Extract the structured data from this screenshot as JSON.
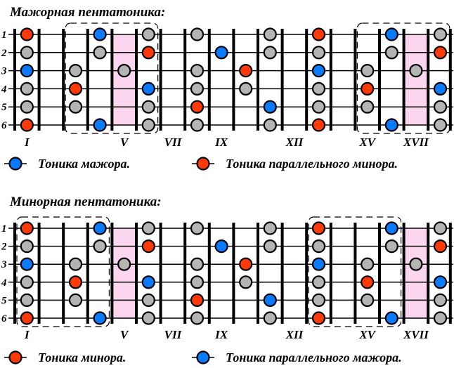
{
  "colors": {
    "major_tonic": "#0a7bff",
    "minor_tonic": "#ff3a08",
    "scale_note": "#b4b4b4",
    "highlight_band": "#fcd6ee",
    "outline": "#000000"
  },
  "string_labels": [
    "1",
    "2",
    "3",
    "4",
    "5",
    "6"
  ],
  "fret_markers": [
    {
      "label": "I",
      "col": 0
    },
    {
      "label": "V",
      "col": 4
    },
    {
      "label": "VII",
      "col": 6
    },
    {
      "label": "IX",
      "col": 8
    },
    {
      "label": "XII",
      "col": 11
    },
    {
      "label": "XV",
      "col": 14
    },
    {
      "label": "XVII",
      "col": 16
    }
  ],
  "diagrams": [
    {
      "title": "Мажорная пентатоника:",
      "highlight_cols": [
        4,
        16
      ],
      "boxes": [
        [
          2,
          5
        ],
        [
          14,
          17
        ]
      ],
      "notes": [
        {
          "col": 0,
          "string": 1,
          "type": "minor_tonic"
        },
        {
          "col": 0,
          "string": 2,
          "type": "scale_note"
        },
        {
          "col": 0,
          "string": 3,
          "type": "major_tonic"
        },
        {
          "col": 0,
          "string": 4,
          "type": "scale_note"
        },
        {
          "col": 0,
          "string": 5,
          "type": "scale_note"
        },
        {
          "col": 0,
          "string": 6,
          "type": "minor_tonic"
        },
        {
          "col": 2,
          "string": 3,
          "type": "scale_note"
        },
        {
          "col": 2,
          "string": 4,
          "type": "minor_tonic"
        },
        {
          "col": 2,
          "string": 5,
          "type": "scale_note"
        },
        {
          "col": 3,
          "string": 1,
          "type": "major_tonic"
        },
        {
          "col": 3,
          "string": 2,
          "type": "scale_note"
        },
        {
          "col": 3,
          "string": 6,
          "type": "major_tonic"
        },
        {
          "col": 4,
          "string": 3,
          "type": "scale_note"
        },
        {
          "col": 5,
          "string": 1,
          "type": "scale_note"
        },
        {
          "col": 5,
          "string": 2,
          "type": "minor_tonic"
        },
        {
          "col": 5,
          "string": 4,
          "type": "major_tonic"
        },
        {
          "col": 5,
          "string": 5,
          "type": "scale_note"
        },
        {
          "col": 5,
          "string": 6,
          "type": "scale_note"
        },
        {
          "col": 7,
          "string": 1,
          "type": "scale_note"
        },
        {
          "col": 7,
          "string": 3,
          "type": "scale_note"
        },
        {
          "col": 7,
          "string": 4,
          "type": "scale_note"
        },
        {
          "col": 7,
          "string": 5,
          "type": "minor_tonic"
        },
        {
          "col": 7,
          "string": 6,
          "type": "scale_note"
        },
        {
          "col": 8,
          "string": 2,
          "type": "major_tonic"
        },
        {
          "col": 9,
          "string": 3,
          "type": "minor_tonic"
        },
        {
          "col": 9,
          "string": 4,
          "type": "scale_note"
        },
        {
          "col": 10,
          "string": 1,
          "type": "scale_note"
        },
        {
          "col": 10,
          "string": 2,
          "type": "scale_note"
        },
        {
          "col": 10,
          "string": 5,
          "type": "major_tonic"
        },
        {
          "col": 10,
          "string": 6,
          "type": "scale_note"
        },
        {
          "col": 12,
          "string": 1,
          "type": "minor_tonic"
        },
        {
          "col": 12,
          "string": 2,
          "type": "scale_note"
        },
        {
          "col": 12,
          "string": 3,
          "type": "major_tonic"
        },
        {
          "col": 12,
          "string": 4,
          "type": "scale_note"
        },
        {
          "col": 12,
          "string": 5,
          "type": "scale_note"
        },
        {
          "col": 12,
          "string": 6,
          "type": "minor_tonic"
        },
        {
          "col": 14,
          "string": 3,
          "type": "scale_note"
        },
        {
          "col": 14,
          "string": 4,
          "type": "minor_tonic"
        },
        {
          "col": 14,
          "string": 5,
          "type": "scale_note"
        },
        {
          "col": 15,
          "string": 1,
          "type": "major_tonic"
        },
        {
          "col": 15,
          "string": 2,
          "type": "scale_note"
        },
        {
          "col": 15,
          "string": 6,
          "type": "major_tonic"
        },
        {
          "col": 16,
          "string": 3,
          "type": "scale_note"
        },
        {
          "col": 17,
          "string": 1,
          "type": "scale_note"
        },
        {
          "col": 17,
          "string": 2,
          "type": "minor_tonic"
        },
        {
          "col": 17,
          "string": 4,
          "type": "major_tonic"
        },
        {
          "col": 17,
          "string": 5,
          "type": "scale_note"
        },
        {
          "col": 17,
          "string": 6,
          "type": "scale_note"
        }
      ],
      "legend": [
        {
          "type": "major_tonic",
          "label": "Тоника мажора."
        },
        {
          "type": "minor_tonic",
          "label": "Тоника параллельного минора."
        }
      ]
    },
    {
      "title": "Минорная пентатоника:",
      "highlight_cols": [
        4,
        16
      ],
      "boxes": [
        [
          0,
          3
        ],
        [
          12,
          15
        ]
      ],
      "notes": [
        {
          "col": 0,
          "string": 1,
          "type": "minor_tonic"
        },
        {
          "col": 0,
          "string": 2,
          "type": "scale_note"
        },
        {
          "col": 0,
          "string": 3,
          "type": "major_tonic"
        },
        {
          "col": 0,
          "string": 4,
          "type": "scale_note"
        },
        {
          "col": 0,
          "string": 5,
          "type": "scale_note"
        },
        {
          "col": 0,
          "string": 6,
          "type": "minor_tonic"
        },
        {
          "col": 2,
          "string": 3,
          "type": "scale_note"
        },
        {
          "col": 2,
          "string": 4,
          "type": "minor_tonic"
        },
        {
          "col": 2,
          "string": 5,
          "type": "scale_note"
        },
        {
          "col": 3,
          "string": 1,
          "type": "major_tonic"
        },
        {
          "col": 3,
          "string": 2,
          "type": "scale_note"
        },
        {
          "col": 3,
          "string": 6,
          "type": "major_tonic"
        },
        {
          "col": 4,
          "string": 3,
          "type": "scale_note"
        },
        {
          "col": 5,
          "string": 1,
          "type": "scale_note"
        },
        {
          "col": 5,
          "string": 2,
          "type": "minor_tonic"
        },
        {
          "col": 5,
          "string": 4,
          "type": "major_tonic"
        },
        {
          "col": 5,
          "string": 5,
          "type": "scale_note"
        },
        {
          "col": 5,
          "string": 6,
          "type": "scale_note"
        },
        {
          "col": 7,
          "string": 1,
          "type": "scale_note"
        },
        {
          "col": 7,
          "string": 3,
          "type": "scale_note"
        },
        {
          "col": 7,
          "string": 4,
          "type": "scale_note"
        },
        {
          "col": 7,
          "string": 5,
          "type": "minor_tonic"
        },
        {
          "col": 7,
          "string": 6,
          "type": "scale_note"
        },
        {
          "col": 8,
          "string": 2,
          "type": "major_tonic"
        },
        {
          "col": 9,
          "string": 3,
          "type": "minor_tonic"
        },
        {
          "col": 9,
          "string": 4,
          "type": "scale_note"
        },
        {
          "col": 10,
          "string": 1,
          "type": "scale_note"
        },
        {
          "col": 10,
          "string": 2,
          "type": "scale_note"
        },
        {
          "col": 10,
          "string": 5,
          "type": "major_tonic"
        },
        {
          "col": 10,
          "string": 6,
          "type": "scale_note"
        },
        {
          "col": 12,
          "string": 1,
          "type": "minor_tonic"
        },
        {
          "col": 12,
          "string": 2,
          "type": "scale_note"
        },
        {
          "col": 12,
          "string": 3,
          "type": "major_tonic"
        },
        {
          "col": 12,
          "string": 4,
          "type": "scale_note"
        },
        {
          "col": 12,
          "string": 5,
          "type": "scale_note"
        },
        {
          "col": 12,
          "string": 6,
          "type": "minor_tonic"
        },
        {
          "col": 14,
          "string": 3,
          "type": "scale_note"
        },
        {
          "col": 14,
          "string": 4,
          "type": "minor_tonic"
        },
        {
          "col": 14,
          "string": 5,
          "type": "scale_note"
        },
        {
          "col": 15,
          "string": 1,
          "type": "major_tonic"
        },
        {
          "col": 15,
          "string": 2,
          "type": "scale_note"
        },
        {
          "col": 15,
          "string": 6,
          "type": "major_tonic"
        },
        {
          "col": 16,
          "string": 3,
          "type": "scale_note"
        },
        {
          "col": 17,
          "string": 1,
          "type": "scale_note"
        },
        {
          "col": 17,
          "string": 2,
          "type": "minor_tonic"
        },
        {
          "col": 17,
          "string": 4,
          "type": "major_tonic"
        },
        {
          "col": 17,
          "string": 5,
          "type": "scale_note"
        },
        {
          "col": 17,
          "string": 6,
          "type": "scale_note"
        }
      ],
      "legend": [
        {
          "type": "minor_tonic",
          "label": "Тоника минора."
        },
        {
          "type": "major_tonic",
          "label": "Тоника параллельного мажора."
        }
      ]
    }
  ]
}
